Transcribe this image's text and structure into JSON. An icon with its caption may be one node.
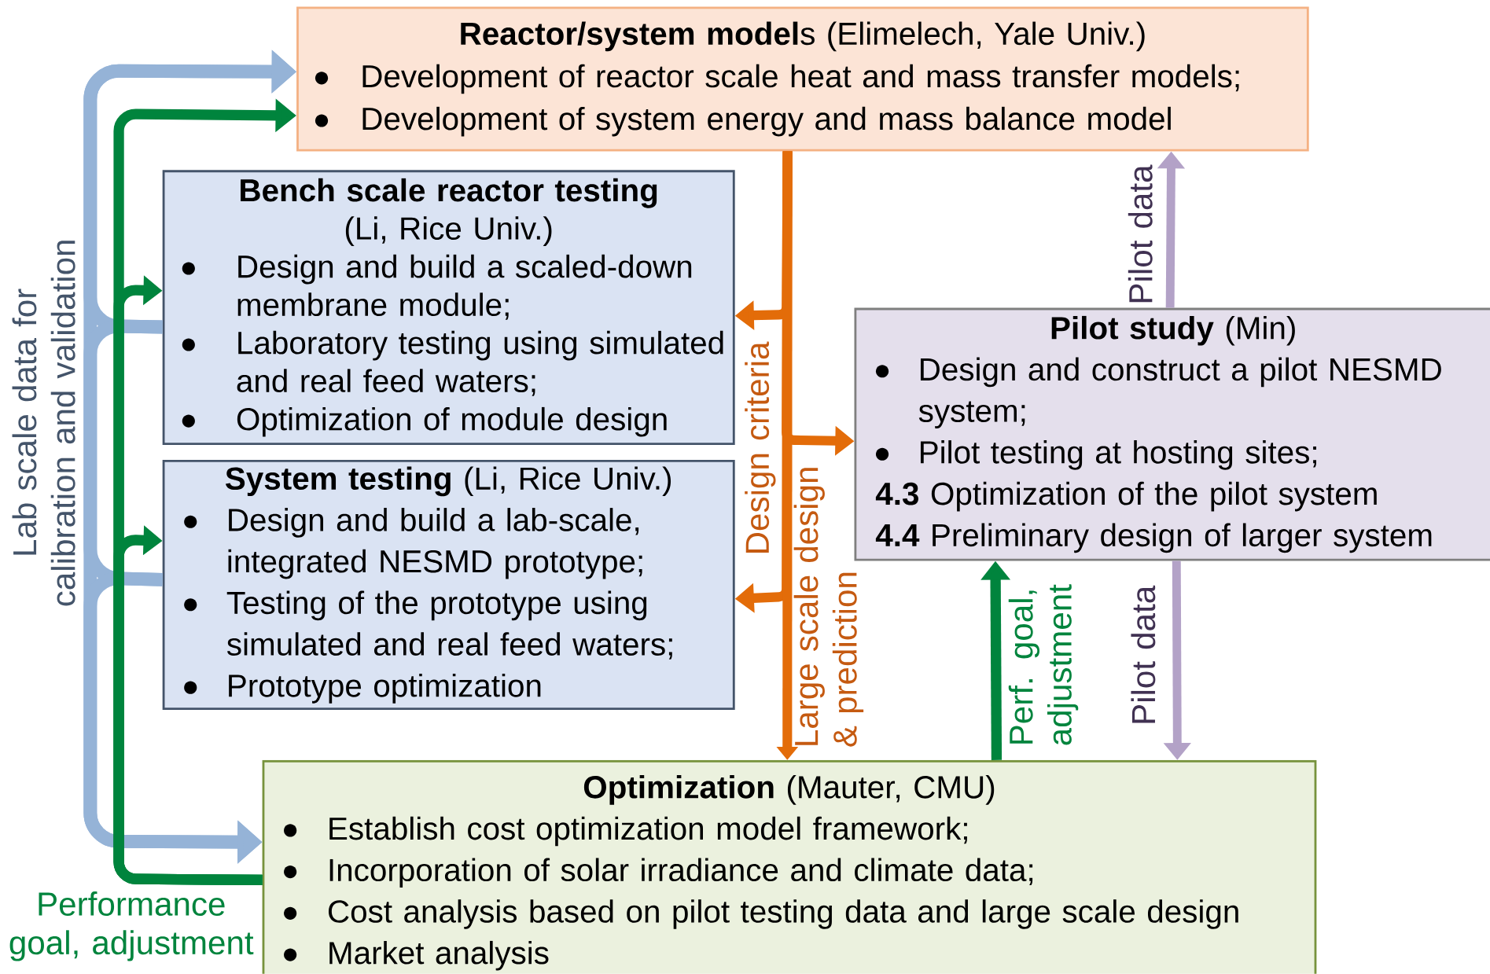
{
  "diagram": {
    "nodes": [
      {
        "text": [
          "**Reactor/system model**s (Elimelech, Yale Univ.)",
          "Development of reactor scale heat and mass transfer models;",
          "Development of system energy and mass balance model"
        ]
      },
      {
        "text": [
          "Bench scale reactor testing",
          "(Li, Rice Univ.)",
          "Design and build a scaled-down membrane module;",
          "Laboratory testing using simulated and real feed waters;",
          "Optimization of module design"
        ]
      },
      {
        "text": [
          "**System testing** (Li, Rice Univ.)",
          "Design and build a lab-scale, integrated NESMD prototype;",
          "Testing of the prototype using simulated and real feed waters;",
          "Prototype optimization"
        ]
      },
      {
        "text": [
          "**Pilot study** (Min)",
          "Design and construct a pilot NESMD system;",
          "Pilot testing at hosting sites;",
          "**4.3** Optimization of the pilot system",
          "**4.4** Preliminary design of larger system"
        ]
      },
      {
        "text": [
          "**Optimization** (Mauter, CMU)",
          "Establish cost optimization model framework;",
          "Incorporation of solar irradiance and climate data;",
          "Cost analysis based on pilot testing data and large scale design",
          "Market analysis"
        ]
      }
    ],
    "edges": [
      {
        "from": 1,
        "to": 0,
        "arrow": "to",
        "color": "#95b3d7"
      },
      {
        "from": 2,
        "to": 0,
        "arrow": "to",
        "color": "#95b3d7"
      },
      {
        "from": 1,
        "to": 4,
        "arrow": "to",
        "color": "#95b3d7"
      },
      {
        "from": 2,
        "to": 4,
        "arrow": "to",
        "color": "#95b3d7"
      },
      {
        "from": 4,
        "to": 0,
        "arrow": "to",
        "color": "#00843d"
      },
      {
        "from": 4,
        "to": 1,
        "arrow": "to",
        "color": "#00843d"
      },
      {
        "from": 4,
        "to": 2,
        "arrow": "to",
        "color": "#00843d"
      },
      {
        "from": 0,
        "to": 1,
        "arrow": "to",
        "color": "#e36c09"
      },
      {
        "from": 0,
        "to": 2,
        "arrow": "to",
        "color": "#e36c09"
      },
      {
        "from": 0,
        "to": 3,
        "arrow": "to",
        "color": "#e36c09"
      },
      {
        "from": 0,
        "to": 4,
        "arrow": "to",
        "color": "#e36c09"
      },
      {
        "from": 3,
        "to": 0,
        "arrow": "to",
        "color": "#b3a2c7",
        "label": "Pilot data"
      },
      {
        "from": 3,
        "to": 4,
        "arrow": "to",
        "color": "#b3a2c7",
        "label": "Pilot data"
      },
      {
        "from": 4,
        "to": 3,
        "arrow": "to",
        "color": "#00843d",
        "label": "Perf. goal, adjustment"
      }
    ],
    "labels": [
      "Lab scale data for calibration and validation",
      "Design criteria",
      "Large scale design & prediction",
      "Performance goal, adjustment"
    ]
  }
}
